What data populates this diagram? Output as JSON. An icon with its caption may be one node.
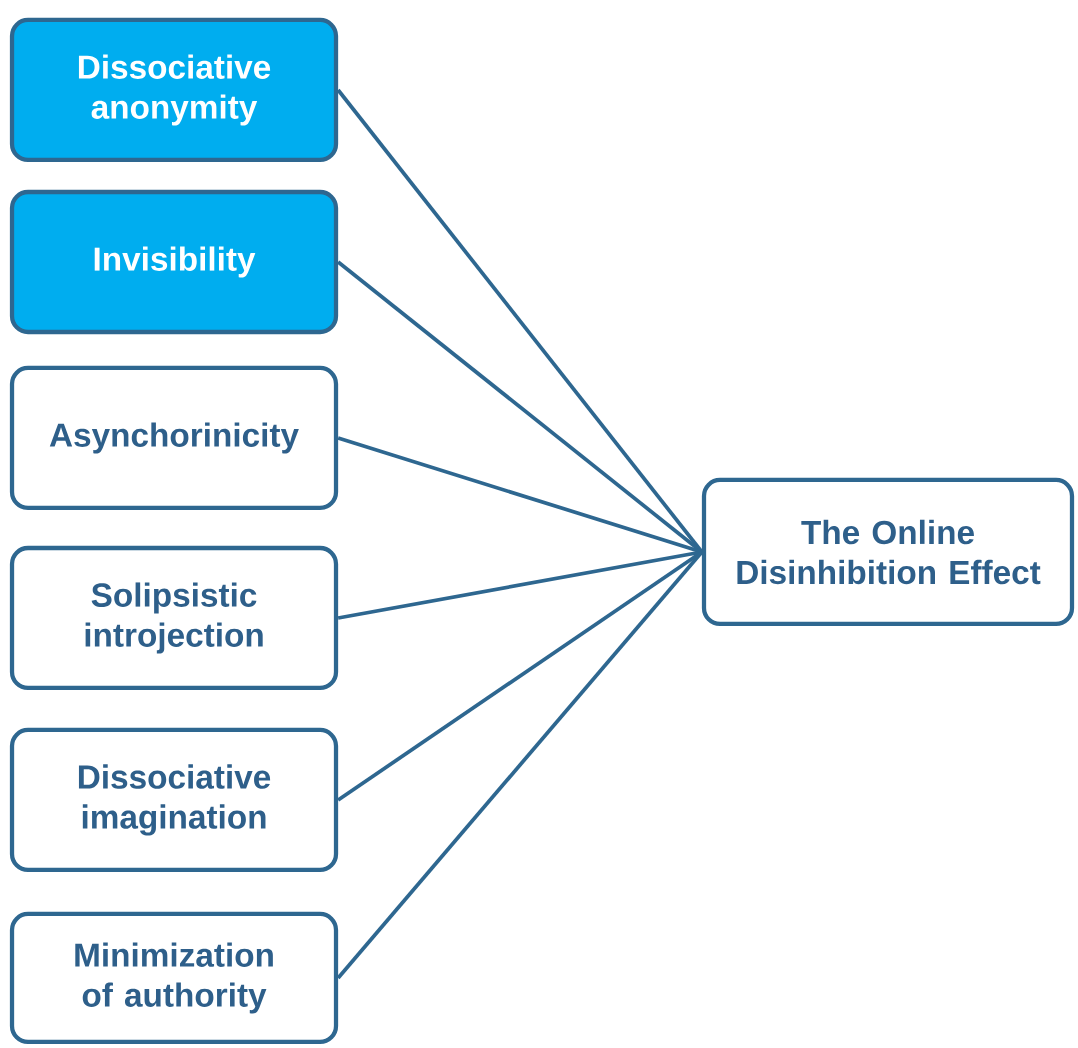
{
  "diagram": {
    "nodes": [
      {
        "text": [
          "Dissociative anonymity"
        ]
      },
      {
        "text": [
          "Invisibility"
        ]
      },
      {
        "text": [
          "Asynchorinicity"
        ]
      },
      {
        "text": [
          "Solipsistic introjection"
        ]
      },
      {
        "text": [
          "Dissociative imagination"
        ]
      },
      {
        "text": [
          "Minimization of authority"
        ]
      },
      {
        "text": [
          "The Online Disinhibition Effect"
        ]
      }
    ],
    "edges": [
      {
        "from": 0,
        "to": 6,
        "arrow": "none"
      },
      {
        "from": 1,
        "to": 6,
        "arrow": "none"
      },
      {
        "from": 2,
        "to": 6,
        "arrow": "none"
      },
      {
        "from": 3,
        "to": 6,
        "arrow": "none"
      },
      {
        "from": 4,
        "to": 6,
        "arrow": "none"
      },
      {
        "from": 5,
        "to": 6,
        "arrow": "none"
      }
    ]
  }
}
